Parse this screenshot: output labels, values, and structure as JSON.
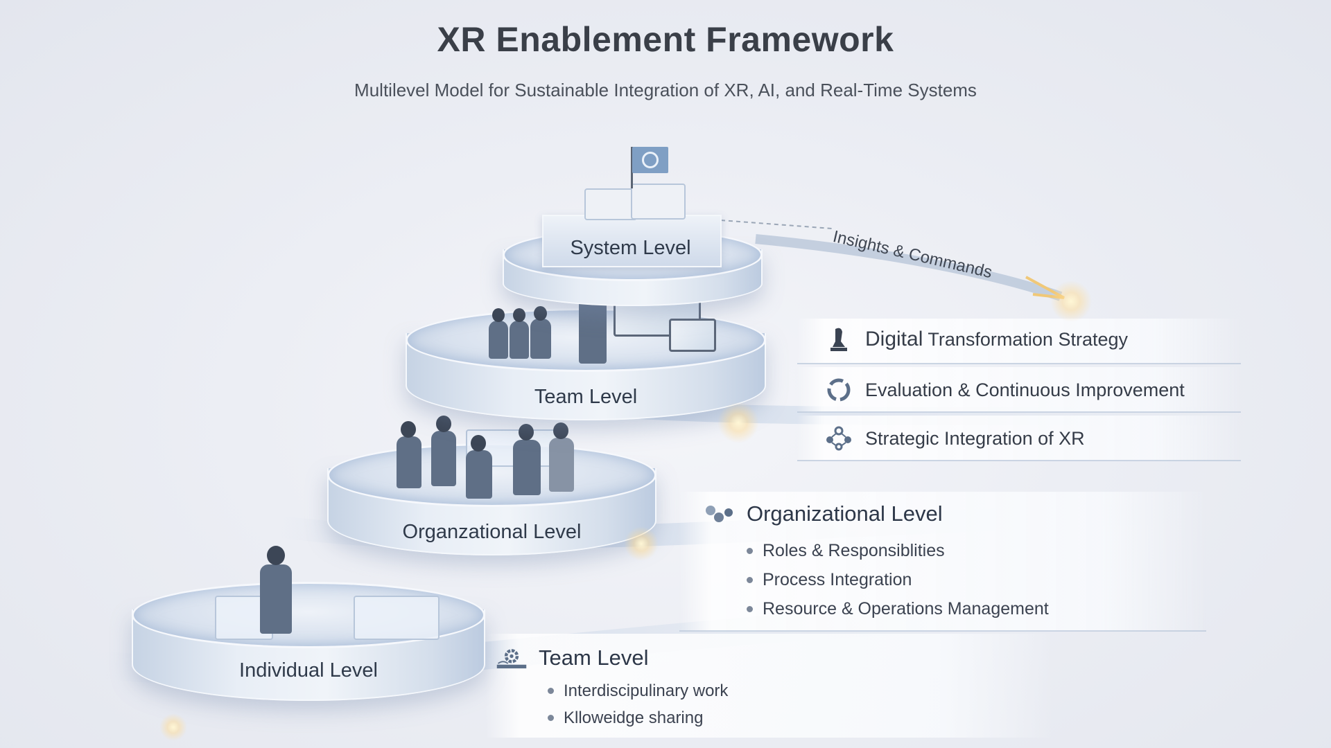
{
  "header": {
    "title": "XR Enablement Framework",
    "subtitle": "Multilevel Model for Sustainable Integration of XR, AI, and Real-Time Systems"
  },
  "pyramid": {
    "levels": [
      {
        "label": "System Level",
        "icon": "flag-icon"
      },
      {
        "label": "Team Level",
        "icon": "presentation-icon"
      },
      {
        "label": "Organzational Level",
        "icon": "group-meeting-icon"
      },
      {
        "label": "Individual Level",
        "icon": "person-dashboard-icon"
      }
    ]
  },
  "flow": {
    "arrow_label": "Insights & Commands"
  },
  "strategy_items": [
    {
      "label_bold": "Digital",
      "label_rest": " Transformation Strategy",
      "icon": "chess-piece-icon"
    },
    {
      "label_bold": "",
      "label_rest": "Evaluation & Continuous Improvement",
      "icon": "cycle-arrows-icon"
    },
    {
      "label_bold": "",
      "label_rest": "Strategic Integration of XR",
      "icon": "network-nodes-icon"
    }
  ],
  "organizational_section": {
    "title": "Organizational Level",
    "icon": "connected-hexagons-icon",
    "bullets": [
      "Roles & Responsiblities",
      "Process Integration",
      "Resource & Operations Management"
    ]
  },
  "team_section": {
    "title": "Team Level",
    "icon": "gear-wave-icon",
    "bullets": [
      "Interdiscipulinary work",
      "Klloweidge sharing"
    ]
  },
  "colors": {
    "background": "#eceef4",
    "text": "#2f3642",
    "icon": "#5c6f89",
    "glow": "#ffd98a"
  }
}
